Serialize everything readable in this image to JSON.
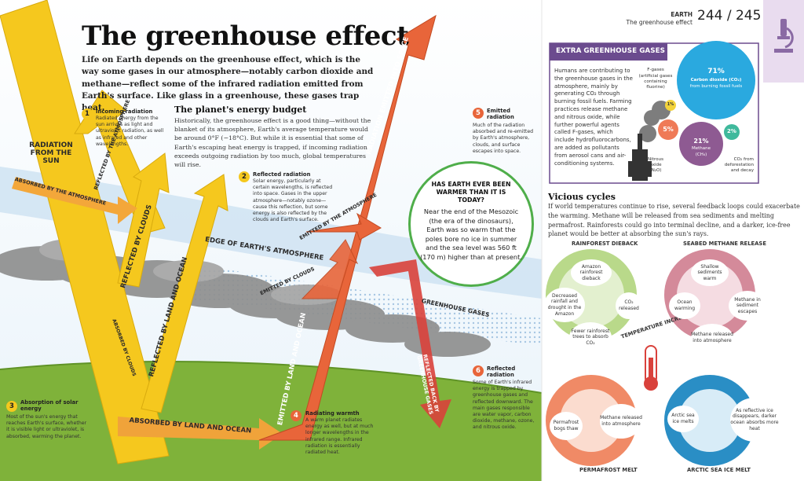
{
  "header": {
    "section": "EARTH",
    "subsection": "The greenhouse effect",
    "page_numbers": "244 / 245",
    "icon": "microscope-icon"
  },
  "title": "The greenhouse effect",
  "intro": "Life on Earth depends on the greenhouse effect, which is the way some gases in our atmosphere—notably carbon dioxide and methane—reflect some of the infrared radiation emitted from Earth's surface. Like glass in a greenhouse, these gases trap heat.",
  "energy_budget": {
    "heading": "The planet's energy budget",
    "body": "Historically, the greenhouse effect is a good thing—without the blanket of its atmosphere, Earth's average temperature would be around 0°F (−18°C). But while it is essential that some of Earth's escaping heat energy is trapped, if incoming radiation exceeds outgoing radiation by too much, global temperatures will rise."
  },
  "steps": [
    {
      "num": "1",
      "title": "Incoming radiation",
      "text": "Radiated energy from the sun arrives as light and ultraviolet radiation, as well as infrared and other wavelengths."
    },
    {
      "num": "2",
      "title": "Reflected radiation",
      "text": "Solar energy, particularly at certain wavelengths, is reflected into space. Gases in the upper atmosphere—notably ozone—cause this reflection, but some energy is also reflected by the clouds and Earth's surface."
    },
    {
      "num": "3",
      "title": "Absorption of solar energy",
      "text": "Most of the sun's energy that reaches Earth's surface, whether it is visible light or ultraviolet, is absorbed, warming the planet."
    },
    {
      "num": "4",
      "title": "Radiating warmth",
      "text": "A warm planet radiates energy as well, but at much longer wavelengths in the infrared range. Infrared radiation is essentially radiated heat."
    },
    {
      "num": "5",
      "title": "Emitted radiation",
      "text": "Much of the radiation absorbed and re-emitted by Earth's atmosphere, clouds, and surface escapes into space."
    },
    {
      "num": "6",
      "title": "Reflected radiation",
      "text": "Some of Earth's infrared energy is trapped by greenhouse gases and reflected downward. The main gases responsible are water vapor, carbon dioxide, methane, ozone, and nitrous oxide."
    }
  ],
  "arrow_labels": {
    "radiation_from_sun": "RADIATION FROM THE SUN",
    "reflected_by_atmosphere": "REFLECTED BY THE ATMOSPHERE",
    "absorbed_by_atmosphere": "ABSORBED BY THE ATMOSPHERE",
    "reflected_by_clouds": "REFLECTED BY CLOUDS",
    "absorbed_by_clouds": "ABSORBED BY CLOUDS",
    "reflected_by_land_ocean": "REFLECTED BY LAND AND OCEAN",
    "absorbed_by_land_ocean": "ABSORBED BY LAND AND OCEAN",
    "emitted_by_land_ocean": "EMITTED BY LAND AND OCEAN",
    "emitted_by_clouds": "EMITTED BY CLOUDS",
    "emitted_by_atmosphere": "EMITTED BY THE ATMOSPHERE",
    "radiation_into_space": "RADIATION EMITTED INTO SPACE",
    "edge_of_atmosphere": "EDGE OF EARTH'S ATMOSPHERE",
    "greenhouse_gases": "GREENHOUSE GASES",
    "reflected_back": "REFLECTED BACK BY GREENHOUSE GASES"
  },
  "callout": {
    "question": "HAS EARTH EVER BEEN WARMER THAN IT IS TODAY?",
    "answer": "Near the end of the Mesozoic (the era of the dinosaurs), Earth was so warm that the poles bore no ice in summer and the sea level was 560 ft (170 m) higher than at present."
  },
  "extra_gases": {
    "heading": "EXTRA GREENHOUSE GASES",
    "body": "Humans are contributing to the greenhouse gases in the atmosphere, mainly by generating CO₂ through burning fossil fuels. Farming practices release methane and nitrous oxide, while further powerful agents called F-gases, which include hydrofluorocarbons, are added as pollutants from aerosol cans and air-conditioning systems.",
    "gases": [
      {
        "pct": "71%",
        "name": "Carbon dioxide (CO₂)",
        "note": "from burning fossil fuels",
        "color": "#2aa9df"
      },
      {
        "pct": "21%",
        "name": "Methane",
        "note": "(CH₄)",
        "color": "#8e5a92"
      },
      {
        "pct": "5%",
        "name": "Nitrous oxide",
        "note": "(N₂O)",
        "color": "#ef7a57"
      },
      {
        "pct": "2%",
        "name": "CO₂ from deforestation and decay",
        "note": "",
        "color": "#3fb99c"
      },
      {
        "pct": "1%",
        "name": "F-gases",
        "note": "(artificial gases containing fluorine)",
        "color": "#f3d33a"
      }
    ]
  },
  "vicious_cycles": {
    "heading": "Vicious cycles",
    "body": "If world temperatures continue to rise, several feedback loops could exacerbate the warming. Methane will be released from sea sediments and melting permafrost. Rainforests could go into terminal decline, and a darker, ice-free planet would be better at absorbing the sun's rays.",
    "center": "TEMPERATURE INCREASE",
    "cycles": [
      {
        "name": "RAINFOREST DIEBACK",
        "steps": [
          "Amazon rainforest dieback",
          "CO₂ released",
          "Fewer rainforest trees to absorb CO₂",
          "Decreased rainfall and drought in the Amazon"
        ]
      },
      {
        "name": "SEABED METHANE RELEASE",
        "steps": [
          "Shallow sediments warm",
          "Methane in sediment escapes",
          "Methane released into atmosphere",
          "Ocean warming"
        ]
      },
      {
        "name": "PERMAFROST MELT",
        "steps": [
          "Permafrost bogs thaw",
          "Methane released into atmosphere"
        ]
      },
      {
        "name": "ARCTIC SEA ICE MELT",
        "steps": [
          "Arctic sea ice melts",
          "As reflective ice disappears, darker ocean absorbs more heat"
        ]
      }
    ]
  },
  "colors": {
    "yellow": "#f5c81e",
    "orange": "#e8653a",
    "red": "#d9413b",
    "purple": "#6b4b8e",
    "green": "#7fb23a",
    "callout_border": "#4fae4a"
  }
}
